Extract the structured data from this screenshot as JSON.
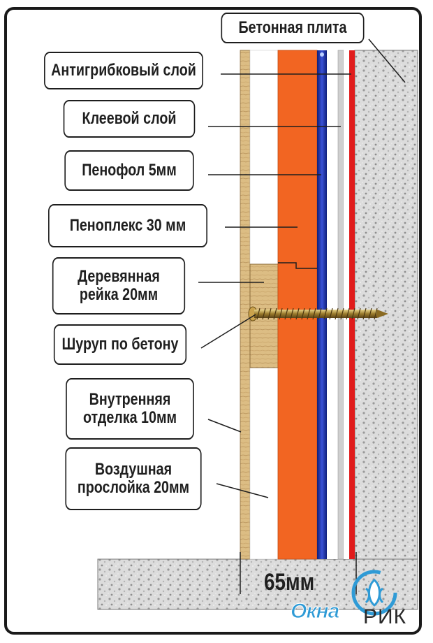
{
  "labels": {
    "concrete_slab": "Бетонная плита",
    "antifungal": "Антигрибковый слой",
    "adhesive": "Клеевой слой",
    "penofol": "Пенофол 5мм",
    "penoplex": "Пеноплекс 30 мм",
    "wood_batten_1": "Деревянная",
    "wood_batten_2": "рейка 20мм",
    "screw": "Шуруп по бетону",
    "interior_finish_1": "Внутренняя",
    "interior_finish_2": "отделка 10мм",
    "air_gap_1": "Воздушная",
    "air_gap_2": "прослойка 20мм"
  },
  "dimension": "65мм",
  "logo": {
    "okna": "Окна",
    "rik": "РИК"
  },
  "colors": {
    "concrete": "#d9d9d9",
    "penoplex": "#f26522",
    "penofol": "#1c2fa8",
    "adhesive": "#c9c9c9",
    "antifungal": "#e01b1b",
    "wood": "#d9b77c",
    "logo_blue": "#2f9bd6"
  }
}
